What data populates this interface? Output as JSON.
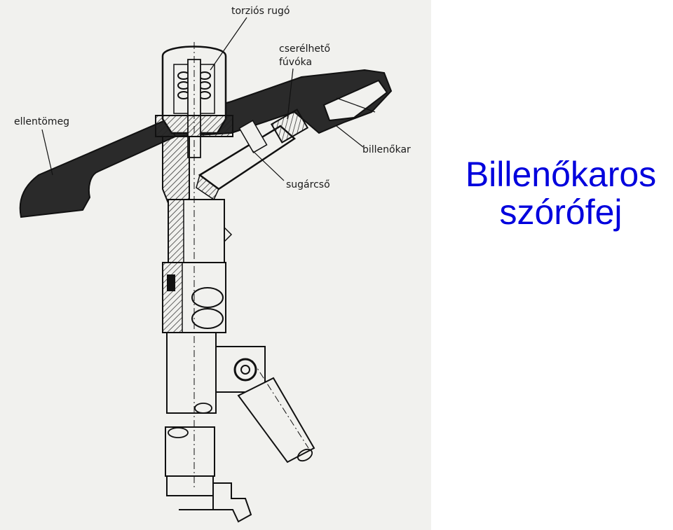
{
  "slide": {
    "title_line1": "Billenőkaros",
    "title_line2": "szórófej",
    "title_color": "#0000dd"
  },
  "diagram": {
    "labels": {
      "torsion_spring": "torziós rugó",
      "nozzle_line1": "cserélhető",
      "nozzle_line2": "fúvóka",
      "counterweight": "ellentömeg",
      "rocker_arm": "billenőkar",
      "jet_tube": "sugárcső"
    }
  }
}
